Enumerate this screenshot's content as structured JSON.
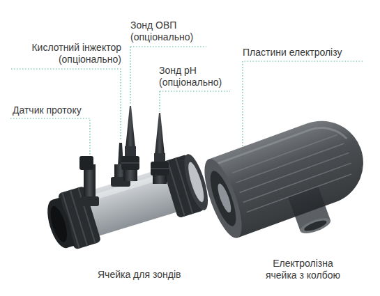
{
  "diagram": {
    "labels": [
      "Зонд ОВП (опціонально)",
      "Кислотний інжектор (опціонально)",
      "Пластини електролізу",
      "Зонд pH (опціонально)",
      "Датчик протоку",
      "Ячейка для зондів",
      "Електролізна ячейка з колбою"
    ]
  }
}
